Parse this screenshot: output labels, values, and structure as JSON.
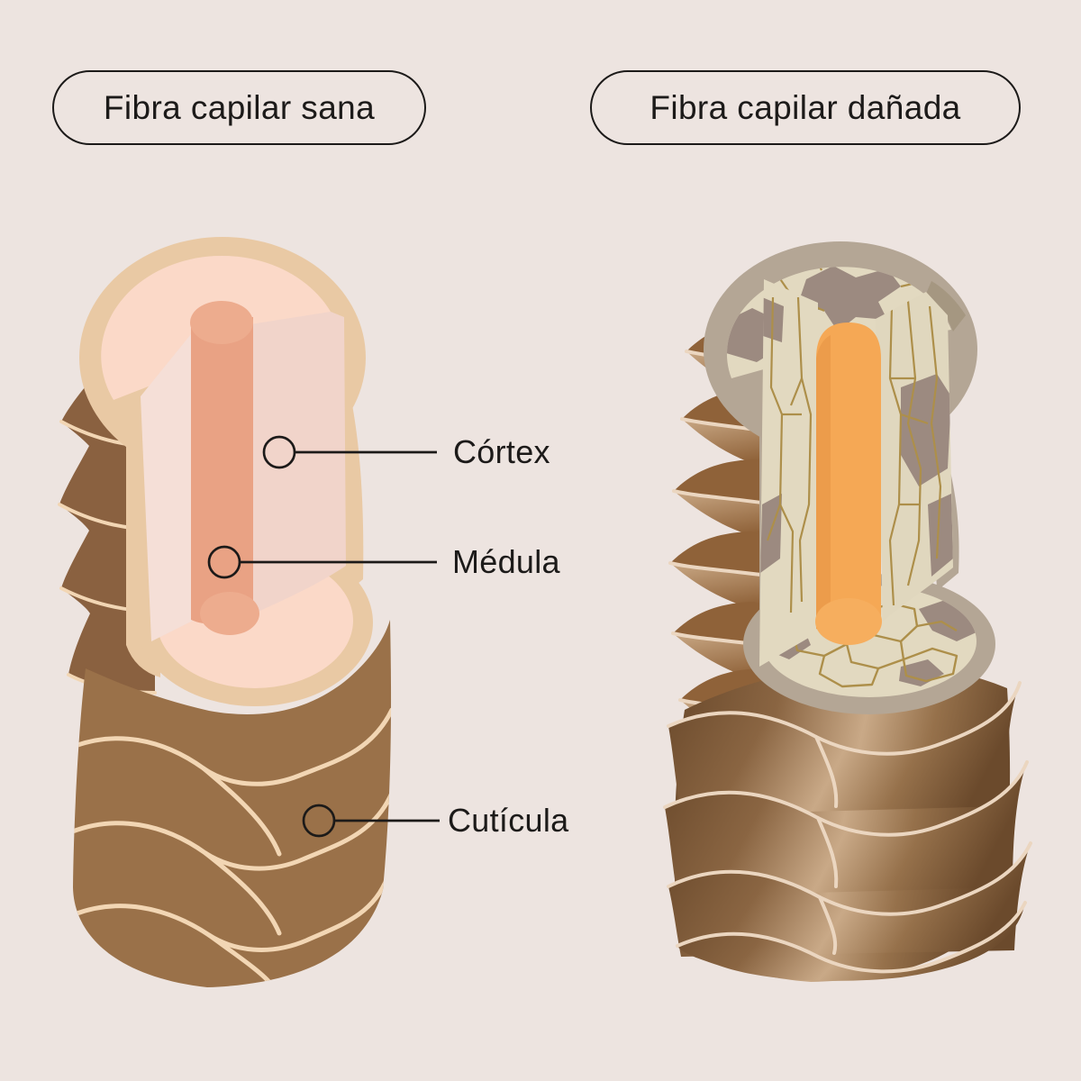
{
  "headers": {
    "healthy": "Fibra capilar sana",
    "damaged": "Fibra capilar dañada"
  },
  "labels": {
    "cortex": "Córtex",
    "medula": "Médula",
    "cuticula": "Cutícula"
  },
  "palette": {
    "bg": "#EDE4E0",
    "text": "#1C1A19",
    "hBrown": "#9A7149",
    "hBrownDark": "#8A6140",
    "hCream": "#F2D6B4",
    "hRim": "#E9C9A4",
    "hPink": "#FBD9C8",
    "hFaceL": "#F5DFD7",
    "hFaceR": "#F1D4CA",
    "hMedulla": "#E9A284",
    "hMedullaCap": "#EDAC8E",
    "dTaupe": "#B4A695",
    "dTaupeDark": "#A59781",
    "dBeige": "#E2D9C0",
    "dBeigeFace": "#E0D7BE",
    "dGray": "#9C8A80",
    "dCrack": "#AD8F4A",
    "dOrange": "#F5A855",
    "dOrangeDark": "#EC9C4B",
    "dOrangeCap": "#F6AE5E",
    "dBrown": "#8A6542",
    "dBrownDeep": "#6B4A2C",
    "dBrownMid": "#96714B",
    "dBrownLight": "#C9A987",
    "dFlapDark": "#8F6239",
    "dFlapTan": "#C9A885",
    "dScaleEdge": "#EBD6C0"
  }
}
